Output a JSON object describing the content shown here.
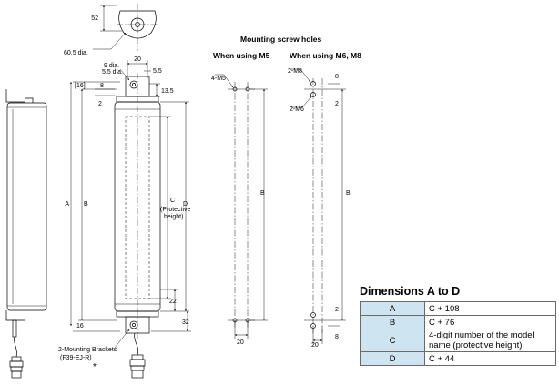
{
  "figure": {
    "labels": {
      "top_dim_52": "52",
      "bolt_circle": "60.5 dia.",
      "top_dim_20": "20",
      "dim_5_5_right": "5.5",
      "dia_9": "9 dia.",
      "dia_5_5": "5.5 dia.",
      "dim_16_top": "[16]",
      "dim_8_top": "8",
      "dim_2_top": "2",
      "dim_13_5": "13.5",
      "dim_A": "A",
      "dim_B": "B",
      "dim_C": "C",
      "protective_height_1": "(Protective",
      "protective_height_2": "height)",
      "dim_D": "D",
      "dim_22": "22",
      "dim_32": "32",
      "dim_16_bottom": "16",
      "mounting_brackets": "2-Mounting Brackets",
      "bracket_model": "(F39-EJ-R)",
      "asterisk": "*"
    },
    "screw_holes": {
      "title": "Mounting screw holes",
      "m5_heading": "When using M5",
      "m5_hole_label": "4-M5",
      "m5_dim_B": "B",
      "m5_dim_20": "20",
      "m68_heading": "When using M6, M8",
      "m8_hole_label": "2-M8",
      "m6_hole_label": "2-M6",
      "m68_dim_8_top": "8",
      "m68_dim_2_top": "2",
      "m68_dim_B": "B",
      "m68_dim_2_bottom": "2",
      "m68_dim_8_bottom": "8",
      "m68_dim_20": "20"
    }
  },
  "dimensions_table": {
    "title": "Dimensions A to D",
    "rows": [
      {
        "key": "A",
        "value": "C + 108"
      },
      {
        "key": "B",
        "value": "C + 76"
      },
      {
        "key": "C",
        "value": "4-digit number of the model name (protective height)"
      },
      {
        "key": "D",
        "value": "C + 44"
      }
    ]
  }
}
